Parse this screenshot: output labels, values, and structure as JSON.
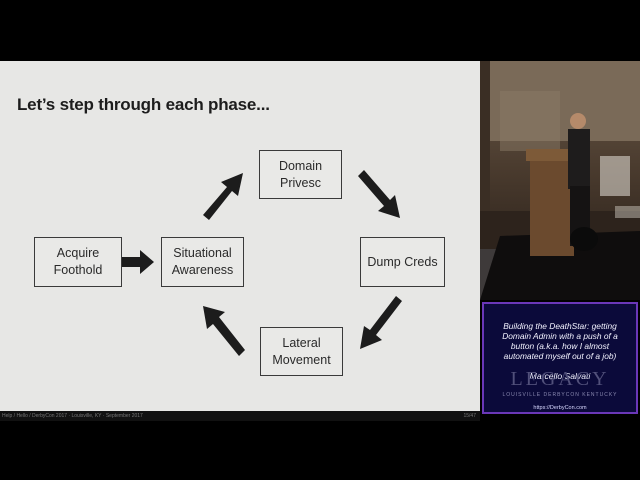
{
  "slide": {
    "title": "Let’s step through each phase...",
    "boxes": {
      "acquire": [
        "Acquire",
        "Foothold"
      ],
      "situational": [
        "Situational",
        "Awareness"
      ],
      "domain": [
        "Domain",
        "Privesc"
      ],
      "dump": "Dump Creds",
      "lateral": [
        "Lateral",
        "Movement"
      ]
    },
    "footer_left": "Help / Hello / DerbyCon 2017 · Louisville, KY · September 2017",
    "footer_page": "15/47"
  },
  "sidebar": {
    "talk_title": "Building the DeathStar: getting Domain Admin with a push of a button (a.k.a. how I almost automated myself out of a job)",
    "speaker": "Marcello Salvati",
    "logo_text": "LEGACY",
    "location": "LOUISVILLE  DERBYCON  KENTUCKY",
    "url": "https://DerbyCon.com"
  },
  "colors": {
    "arrow": "#1c1c1c",
    "slide_bg": "#e7e7e5",
    "info_bg": "#0b0a3a",
    "info_border": "#6a37b8"
  }
}
